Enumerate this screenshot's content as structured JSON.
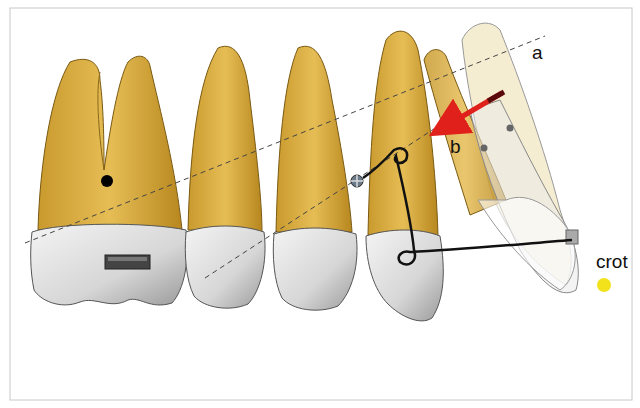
{
  "diagram": {
    "labels": [
      "a",
      "b",
      "crot"
    ]
  }
}
